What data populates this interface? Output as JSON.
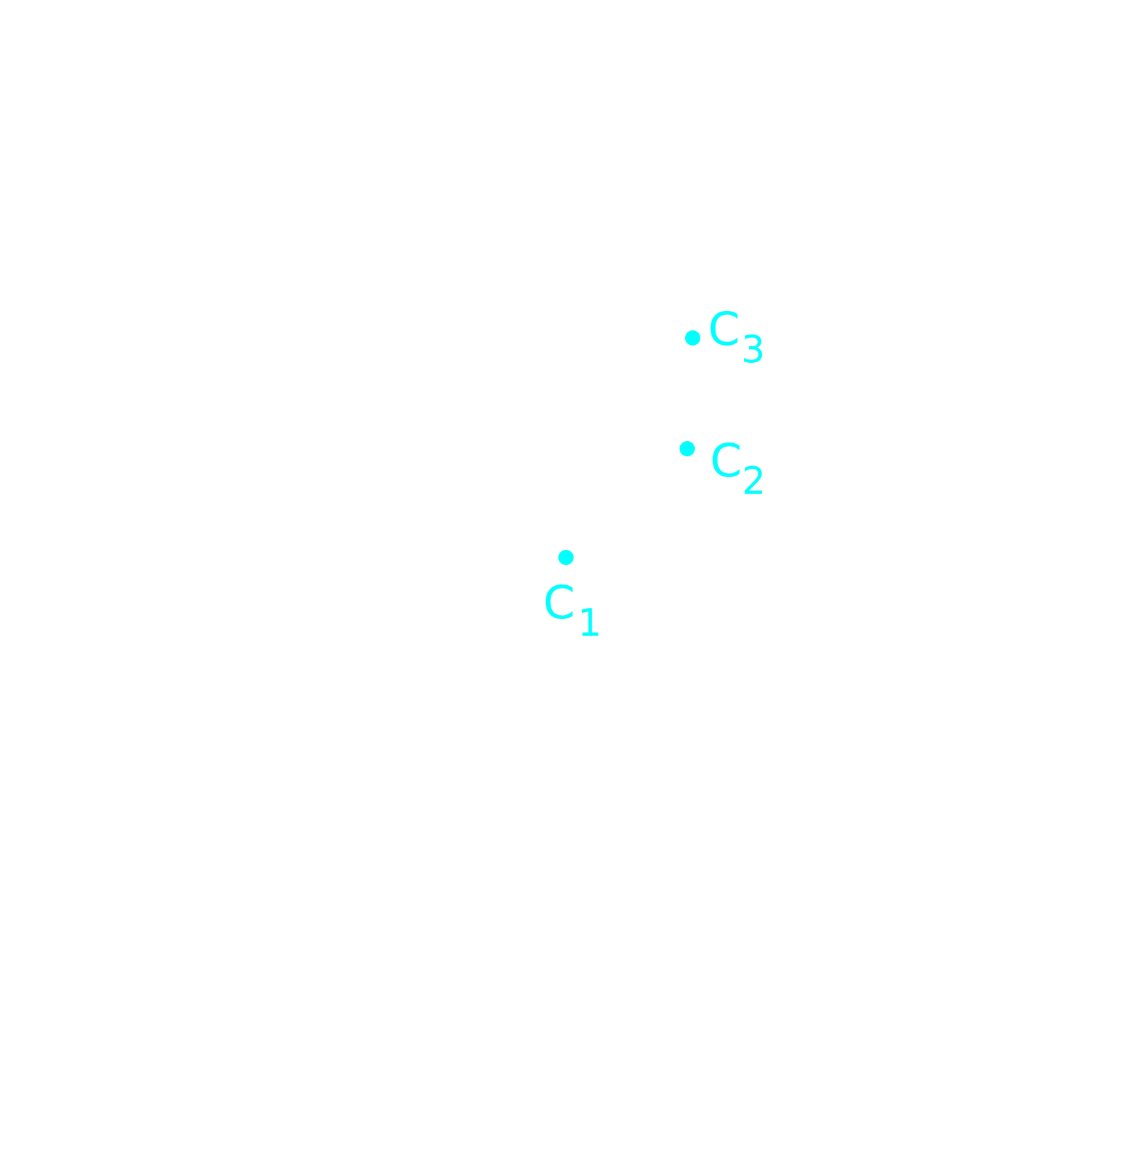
{
  "diagram": {
    "color": "#00ffff",
    "points": [
      {
        "id": "c1",
        "letter": "C",
        "subscript": "1"
      },
      {
        "id": "c2",
        "letter": "C",
        "subscript": "2"
      },
      {
        "id": "c3",
        "letter": "C",
        "subscript": "3"
      }
    ]
  }
}
